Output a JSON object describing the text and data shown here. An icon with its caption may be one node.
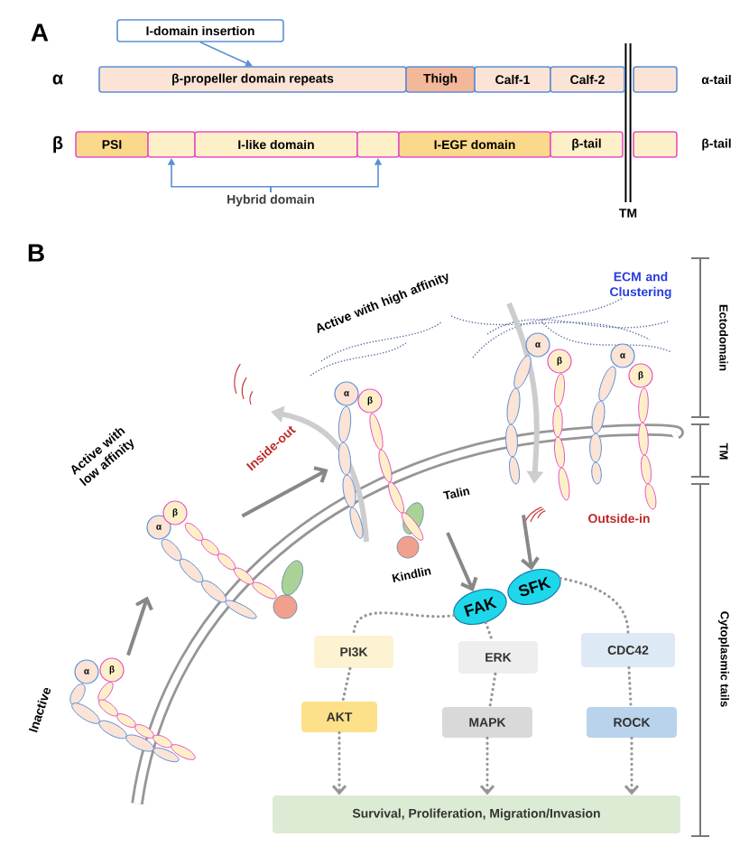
{
  "diagram": {
    "nodes": [
      {
        "text": [
          "I-domain insertion"
        ]
      },
      {
        "text": [
          "β-propeller domain repeats"
        ]
      },
      {
        "text": [
          "Thigh"
        ]
      },
      {
        "text": [
          "Calf-1"
        ]
      },
      {
        "text": [
          "Calf-2"
        ]
      },
      {
        "text": [],
        "shape": "box"
      },
      {
        "text": [
          "PSI"
        ]
      },
      {
        "text": [],
        "shape": "box"
      },
      {
        "text": [
          "I-like domain"
        ]
      },
      {
        "text": [],
        "shape": "box"
      },
      {
        "text": [
          "I-EGF domain"
        ]
      },
      {
        "text": [
          "β-tail"
        ]
      },
      {
        "text": [],
        "shape": "box"
      },
      {
        "text": [
          "Hybrid domain"
        ]
      },
      {
        "text": [],
        "shape": "picture",
        "beside": [
          "Inactive"
        ]
      },
      {
        "text": [],
        "shape": "picture",
        "beside": [
          "Active with low affinity"
        ]
      },
      {
        "text": [],
        "shape": "picture",
        "beside": [
          "Active with high affinity"
        ]
      },
      {
        "text": [],
        "shape": "picture",
        "beside": [
          "ECM and Clustering"
        ]
      },
      {
        "text": [
          "FAK"
        ]
      },
      {
        "text": [
          "SFK"
        ]
      },
      {
        "text": [
          "PI3K"
        ]
      },
      {
        "text": [
          "AKT"
        ]
      },
      {
        "text": [
          "ERK"
        ]
      },
      {
        "text": [
          "MAPK"
        ]
      },
      {
        "text": [
          "CDC42"
        ]
      },
      {
        "text": [
          "ROCK"
        ]
      },
      {
        "text": [
          "Survival, Proliferation, Migration/Invasion"
        ]
      }
    ],
    "edges": [
      {
        "from": 0,
        "to": 1,
        "arrow": "to"
      },
      {
        "from": 13,
        "to": 7,
        "arrow": "to"
      },
      {
        "from": 13,
        "to": 9,
        "arrow": "to"
      },
      {
        "from": 14,
        "to": 15,
        "arrow": "to"
      },
      {
        "from": 15,
        "to": 16,
        "arrow": "to"
      },
      {
        "from": null,
        "to": 18,
        "arrow": "to"
      },
      {
        "from": 17,
        "to": 19,
        "arrow": "to"
      },
      {
        "from": 18,
        "to": 20,
        "arrow": "none",
        "style": "dashed"
      },
      {
        "from": 20,
        "to": 21,
        "arrow": "none",
        "style": "dashed"
      },
      {
        "from": 21,
        "to": 26,
        "arrow": "to",
        "style": "dashed"
      },
      {
        "from": 18,
        "to": 22,
        "arrow": "none",
        "style": "dashed"
      },
      {
        "from": 22,
        "to": 23,
        "arrow": "none",
        "style": "dashed"
      },
      {
        "from": 23,
        "to": 26,
        "arrow": "to",
        "style": "dashed"
      },
      {
        "from": 19,
        "to": 24,
        "arrow": "none",
        "style": "dashed"
      },
      {
        "from": 24,
        "to": 25,
        "arrow": "none",
        "style": "dashed"
      },
      {
        "from": 25,
        "to": 26,
        "arrow": "to",
        "style": "dashed"
      }
    ],
    "labels": [
      "A",
      "α",
      "α-tail",
      "β",
      "β-tail",
      "TM",
      "B",
      "Inside-out",
      "Talin",
      "Outside-in",
      "Kindlin",
      "Ectodomain",
      "TM",
      "Cytoplasmic tails",
      "α",
      "β",
      "α",
      "β",
      "α",
      "β",
      "α",
      "β",
      "α",
      "β"
    ]
  }
}
